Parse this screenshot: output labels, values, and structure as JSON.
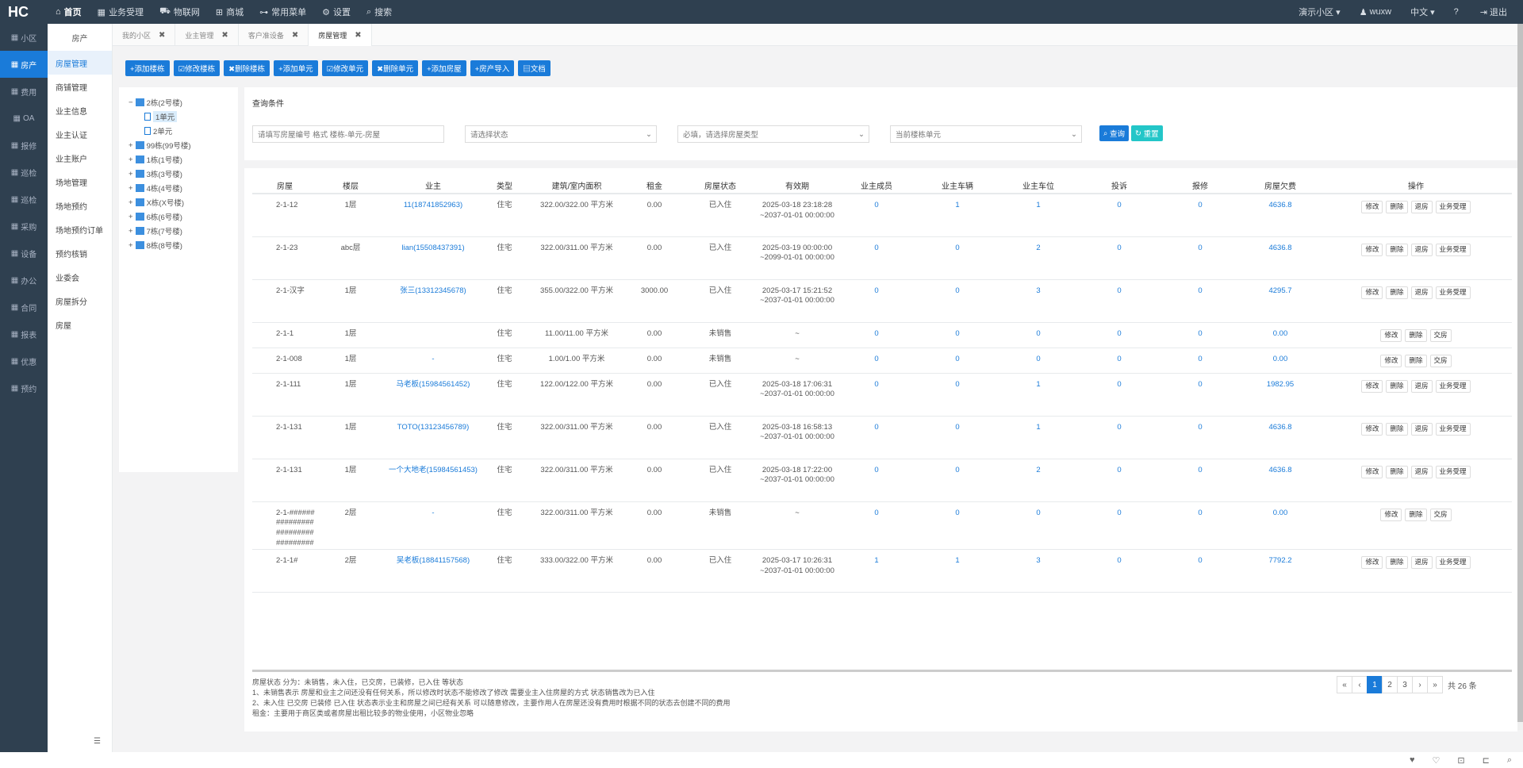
{
  "top": {
    "logo": "HC",
    "nav": [
      {
        "icon": "home-icon",
        "glyph": "⌂",
        "label": "首页"
      },
      {
        "icon": "grid-icon",
        "glyph": "▦",
        "label": "业务受理"
      },
      {
        "icon": "car-icon",
        "glyph": "⛟",
        "label": "物联网"
      },
      {
        "icon": "shop-icon",
        "glyph": "⊞",
        "label": "商城"
      },
      {
        "icon": "sitemap-icon",
        "glyph": "⊶",
        "label": "常用菜单"
      },
      {
        "icon": "gear-icon",
        "glyph": "⚙",
        "label": "设置"
      },
      {
        "icon": "search-icon",
        "glyph": "⌕",
        "label": "搜索"
      }
    ],
    "right": [
      {
        "icon": "community-selector",
        "glyph": "",
        "label": "演示小区 ▾"
      },
      {
        "icon": "user-icon",
        "glyph": "♟",
        "label": "wuxw"
      },
      {
        "icon": "language-selector",
        "glyph": "",
        "label": "中文 ▾"
      },
      {
        "icon": "help-icon",
        "glyph": "?",
        "label": ""
      },
      {
        "icon": "logout-icon",
        "glyph": "⇥",
        "label": "退出"
      }
    ]
  },
  "left": [
    {
      "label": "小区"
    },
    {
      "label": "房产",
      "active": true
    },
    {
      "label": "费用"
    },
    {
      "label": "OA"
    },
    {
      "label": "报修"
    },
    {
      "label": "巡检"
    },
    {
      "label": "巡检"
    },
    {
      "label": "采购"
    },
    {
      "label": "设备"
    },
    {
      "label": "办公"
    },
    {
      "label": "合同"
    },
    {
      "label": "报表"
    },
    {
      "label": "优惠"
    },
    {
      "label": "预约"
    }
  ],
  "sub": {
    "title": "房产",
    "items": [
      {
        "label": "房屋管理",
        "active": true
      },
      {
        "label": "商铺管理"
      },
      {
        "label": "业主信息"
      },
      {
        "label": "业主认证"
      },
      {
        "label": "业主账户"
      },
      {
        "label": "场地管理"
      },
      {
        "label": "场地预约"
      },
      {
        "label": "场地预约订单"
      },
      {
        "label": "预约核销"
      },
      {
        "label": "业委会"
      },
      {
        "label": "房屋拆分"
      },
      {
        "label": "房屋"
      }
    ]
  },
  "tabs": [
    {
      "label": "我的小区"
    },
    {
      "label": "业主管理"
    },
    {
      "label": "客户准设备"
    },
    {
      "label": "房屋管理",
      "active": true
    }
  ],
  "actions": [
    "+添加楼栋",
    "☑修改楼栋",
    "✖删除楼栋",
    "+添加单元",
    "☑修改单元",
    "✖删除单元",
    "+添加房屋",
    "+房产导入",
    "▤文档"
  ],
  "tree": [
    {
      "label": "2栋(2号楼)",
      "level": 0,
      "expanded": true
    },
    {
      "label": "1单元",
      "level": 1,
      "selected": true
    },
    {
      "label": "2单元",
      "level": 1
    },
    {
      "label": "99栋(99号楼)",
      "level": 0
    },
    {
      "label": "1栋(1号楼)",
      "level": 0
    },
    {
      "label": "3栋(3号楼)",
      "level": 0
    },
    {
      "label": "4栋(4号楼)",
      "level": 0
    },
    {
      "label": "X栋(X号楼)",
      "level": 0
    },
    {
      "label": "6栋(6号楼)",
      "level": 0
    },
    {
      "label": "7栋(7号楼)",
      "level": 0
    },
    {
      "label": "8栋(8号楼)",
      "level": 0
    }
  ],
  "query": {
    "title": "查询条件",
    "room_placeholder": "请填写房屋编号 格式 楼栋-单元-房屋",
    "state_select": "请选择状态",
    "type_select": "必填，请选择房屋类型",
    "unit_select": "当前楼栋单元",
    "search_label": "查询",
    "reset_label": "重置"
  },
  "columns": [
    "房屋",
    "楼层",
    "业主",
    "类型",
    "建筑/室内面积",
    "租金",
    "房屋状态",
    "有效期",
    "业主成员",
    "业主车辆",
    "业主车位",
    "投诉",
    "报修",
    "房屋欠费",
    "操作"
  ],
  "rows": [
    {
      "room": "2-1-12",
      "floor": "1层",
      "owner": "11(18741852963)",
      "type": "住宅",
      "area": "322.00/322.00 平方米",
      "rent": "0.00",
      "state": "已入住",
      "valid": "2025-03-18 23:18:28 ~2037-01-01 00:00:00",
      "members": "0",
      "cars": "1",
      "spaces": "1",
      "complaints": "0",
      "repairs": "0",
      "arrears": "4636.8",
      "ops": [
        "修改",
        "删除",
        "退房",
        "业务受理"
      ]
    },
    {
      "room": "2-1-23",
      "floor": "abc层",
      "owner": "lian(15508437391)",
      "type": "住宅",
      "area": "322.00/311.00 平方米",
      "rent": "0.00",
      "state": "已入住",
      "valid": "2025-03-19 00:00:00 ~2099-01-01 00:00:00",
      "members": "0",
      "cars": "0",
      "spaces": "2",
      "complaints": "0",
      "repairs": "0",
      "arrears": "4636.8",
      "ops": [
        "修改",
        "删除",
        "退房",
        "业务受理"
      ]
    },
    {
      "room": "2-1-汉字",
      "floor": "1层",
      "owner": "张三(13312345678)",
      "type": "住宅",
      "area": "355.00/322.00 平方米",
      "rent": "3000.00",
      "state": "已入住",
      "valid": "2025-03-17 15:21:52 ~2037-01-01 00:00:00",
      "members": "0",
      "cars": "0",
      "spaces": "3",
      "complaints": "0",
      "repairs": "0",
      "arrears": "4295.7",
      "ops": [
        "修改",
        "删除",
        "退房",
        "业务受理"
      ]
    },
    {
      "room": "2-1-1",
      "floor": "1层",
      "owner": "",
      "type": "住宅",
      "area": "11.00/11.00 平方米",
      "rent": "0.00",
      "state": "未销售",
      "valid": "~",
      "members": "0",
      "cars": "0",
      "spaces": "0",
      "complaints": "0",
      "repairs": "0",
      "arrears": "0.00",
      "ops": [
        "修改",
        "删除",
        "交房"
      ]
    },
    {
      "room": "2-1-008",
      "floor": "1层",
      "owner": "-",
      "type": "住宅",
      "area": "1.00/1.00 平方米",
      "rent": "0.00",
      "state": "未销售",
      "valid": "~",
      "members": "0",
      "cars": "0",
      "spaces": "0",
      "complaints": "0",
      "repairs": "0",
      "arrears": "0.00",
      "ops": [
        "修改",
        "删除",
        "交房"
      ]
    },
    {
      "room": "2-1-111",
      "floor": "1层",
      "owner": "马老板(15984561452)",
      "type": "住宅",
      "area": "122.00/122.00 平方米",
      "rent": "0.00",
      "state": "已入住",
      "valid": "2025-03-18 17:06:31 ~2037-01-01 00:00:00",
      "members": "0",
      "cars": "0",
      "spaces": "1",
      "complaints": "0",
      "repairs": "0",
      "arrears": "1982.95",
      "ops": [
        "修改",
        "删除",
        "退房",
        "业务受理"
      ]
    },
    {
      "room": "2-1-131",
      "floor": "1层",
      "owner": "TOTO(13123456789)",
      "type": "住宅",
      "area": "322.00/311.00 平方米",
      "rent": "0.00",
      "state": "已入住",
      "valid": "2025-03-18 16:58:13 ~2037-01-01 00:00:00",
      "members": "0",
      "cars": "0",
      "spaces": "1",
      "complaints": "0",
      "repairs": "0",
      "arrears": "4636.8",
      "ops": [
        "修改",
        "删除",
        "退房",
        "业务受理"
      ]
    },
    {
      "room": "2-1-131",
      "floor": "1层",
      "owner": "一个大地老(15984561453)",
      "type": "住宅",
      "area": "322.00/311.00 平方米",
      "rent": "0.00",
      "state": "已入住",
      "valid": "2025-03-18 17:22:00 ~2037-01-01 00:00:00",
      "members": "0",
      "cars": "0",
      "spaces": "2",
      "complaints": "0",
      "repairs": "0",
      "arrears": "4636.8",
      "ops": [
        "修改",
        "删除",
        "退房",
        "业务受理"
      ]
    },
    {
      "room": "2-1-#################################",
      "floor": "2层",
      "owner": "-",
      "type": "住宅",
      "area": "322.00/311.00 平方米",
      "rent": "0.00",
      "state": "未销售",
      "valid": "~",
      "members": "0",
      "cars": "0",
      "spaces": "0",
      "complaints": "0",
      "repairs": "0",
      "arrears": "0.00",
      "ops": [
        "修改",
        "删除",
        "交房"
      ]
    },
    {
      "room": "2-1-1#",
      "floor": "2层",
      "owner": "吴老板(18841157568)",
      "type": "住宅",
      "area": "333.00/322.00 平方米",
      "rent": "0.00",
      "state": "已入住",
      "valid": "2025-03-17 10:26:31 ~2037-01-01 00:00:00",
      "members": "1",
      "cars": "1",
      "spaces": "3",
      "complaints": "0",
      "repairs": "0",
      "arrears": "7792.2",
      "ops": [
        "修改",
        "删除",
        "退房",
        "业务受理"
      ]
    }
  ],
  "notes": [
    "房屋状态 分为：未销售，未入住，已交房，已装修，已入住 等状态",
    "1、未销售表示 房屋和业主之间还没有任何关系，所以修改时状态不能修改了修改 需要业主入住房屋的方式 状态销售改为已入住",
    "2、未入住 已交房 已装修 已入住 状态表示业主和房屋之间已经有关系 可以随意修改，主要作用人在房屋还没有费用时根据不同的状态去创建不同的费用",
    "租金：主要用于商区类或者房屋出租比较多的物业使用，小区物业忽略"
  ],
  "pager": {
    "pages": [
      "1",
      "2",
      "3"
    ],
    "current": "1",
    "first": "«",
    "prev": "‹",
    "next": "›",
    "last": "»",
    "total": "共 26 条"
  },
  "bottom_icons": [
    "♥",
    "♡",
    "⊡",
    "⊏",
    "⌕"
  ]
}
